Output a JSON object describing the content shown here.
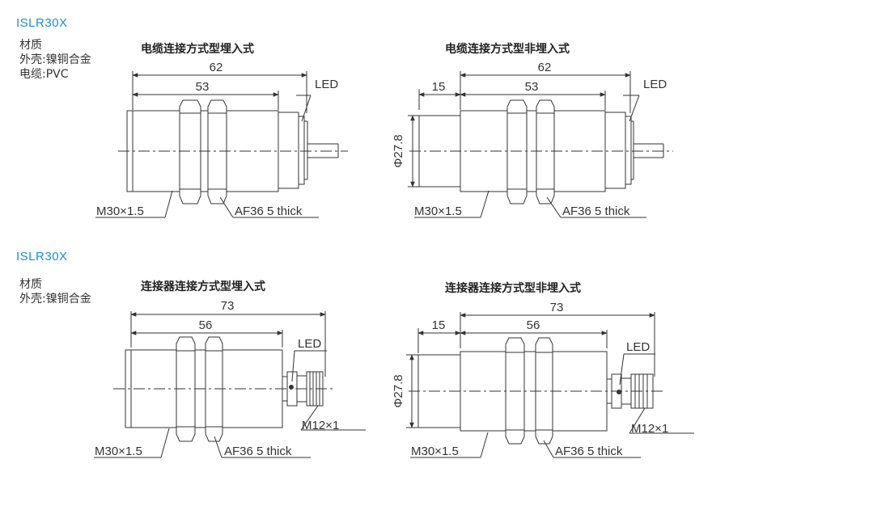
{
  "sections": [
    {
      "model": "ISLR30X",
      "materials": [
        "材质",
        "外壳:镍铜合金",
        "电缆:PVC"
      ],
      "views": [
        {
          "title": "电缆连接方式型埋入式",
          "dims": {
            "overall": "62",
            "body": "53"
          },
          "labels": {
            "led": "LED",
            "thread": "M30×1.5",
            "nut": "AF36 5 thick"
          }
        },
        {
          "title": "电缆连接方式型非埋入式",
          "dims": {
            "overall": "62",
            "body": "53",
            "front": "15",
            "diameter": "Φ27.8"
          },
          "labels": {
            "led": "LED",
            "thread": "M30×1.5",
            "nut": "AF36 5 thick"
          }
        }
      ]
    },
    {
      "model": "ISLR30X",
      "materials": [
        "材质",
        "外壳:镍铜合金"
      ],
      "views": [
        {
          "title": "连接器连接方式型埋入式",
          "dims": {
            "overall": "73",
            "body": "56"
          },
          "labels": {
            "led": "LED",
            "thread": "M30×1.5",
            "nut": "AF36 5 thick",
            "connector": "M12×1"
          }
        },
        {
          "title": "连接器连接方式型非埋入式",
          "dims": {
            "overall": "73",
            "body": "56",
            "front": "15",
            "diameter": "Φ27.8"
          },
          "labels": {
            "led": "LED",
            "thread": "M30×1.5",
            "nut": "AF36 5 thick",
            "connector": "M12×1"
          }
        }
      ]
    }
  ]
}
